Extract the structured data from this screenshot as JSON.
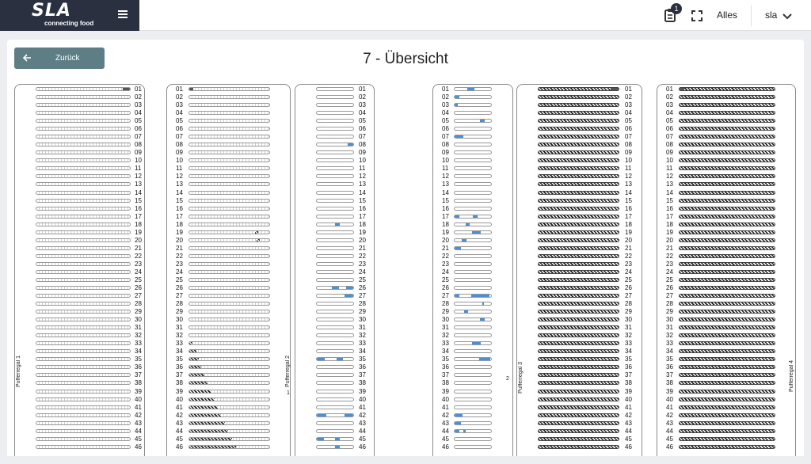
{
  "header": {
    "logo_main": "SLA",
    "logo_sub": "connecting food",
    "notification_count": "1",
    "filter_label": "Alles",
    "user_name": "sla"
  },
  "toolbar": {
    "back_label": "Zurück"
  },
  "page": {
    "title": "7 - Übersicht"
  },
  "colors": {
    "brand_dark": "#2b3040",
    "button": "#5e7e86",
    "slot_fill": "#4a90d9"
  },
  "slot_count": 46,
  "racks": [
    {
      "id": "r1",
      "label": "Pufferregal 1",
      "side": "",
      "default_style": "hatch",
      "special": {
        "1": {
          "fills": [
            {
              "s": 0.92,
              "e": 1,
              "c": "grey"
            }
          ]
        }
      }
    },
    {
      "id": "r2",
      "label": "",
      "side": "",
      "default_style": "hatch",
      "special": {
        "1": {
          "fills": [
            {
              "s": 0,
              "e": 0.05,
              "c": "grey"
            }
          ]
        },
        "19": {
          "fills": [
            {
              "s": 0.82,
              "e": 0.86,
              "c": "dark"
            }
          ]
        },
        "20": {
          "fills": [
            {
              "s": 0.84,
              "e": 0.88,
              "c": "dark"
            }
          ]
        },
        "33": {
          "fills": [
            {
              "s": 0,
              "e": 0.04,
              "c": "dark"
            }
          ]
        },
        "34": {
          "fills": [
            {
              "s": 0,
              "e": 0.09,
              "c": "dark"
            }
          ]
        },
        "35": {
          "fills": [
            {
              "s": 0,
              "e": 0.12,
              "c": "dark"
            }
          ]
        },
        "36": {
          "fills": [
            {
              "s": 0,
              "e": 0.15,
              "c": "dark"
            }
          ]
        },
        "37": {
          "fills": [
            {
              "s": 0,
              "e": 0.19,
              "c": "dark"
            }
          ]
        },
        "38": {
          "fills": [
            {
              "s": 0,
              "e": 0.23,
              "c": "dark"
            }
          ]
        },
        "39": {
          "fills": [
            {
              "s": 0,
              "e": 0.27,
              "c": "dark"
            }
          ]
        },
        "40": {
          "fills": [
            {
              "s": 0,
              "e": 0.32,
              "c": "dark"
            }
          ]
        },
        "41": {
          "fills": [
            {
              "s": 0,
              "e": 0.36,
              "c": "dark"
            }
          ]
        },
        "42": {
          "fills": [
            {
              "s": 0,
              "e": 0.4,
              "c": "dark"
            }
          ]
        },
        "43": {
          "fills": [
            {
              "s": 0,
              "e": 0.45,
              "c": "dark"
            }
          ]
        },
        "44": {
          "fills": [
            {
              "s": 0,
              "e": 0.49,
              "c": "dark"
            }
          ]
        },
        "45": {
          "fills": [
            {
              "s": 0,
              "e": 0.53,
              "c": "dark"
            }
          ]
        },
        "46": {
          "fills": [
            {
              "s": 0,
              "e": 0.58,
              "c": "dark"
            }
          ]
        }
      }
    },
    {
      "id": "r3",
      "label": "Pufferregal 2",
      "side": "1",
      "default_style": "plain",
      "special": {
        "8": {
          "fills": [
            {
              "s": 0.85,
              "e": 1,
              "c": "blue"
            }
          ]
        },
        "18": {
          "fills": [
            {
              "s": 0.5,
              "e": 0.64,
              "c": "blue"
            }
          ]
        },
        "26": {
          "fills": [
            {
              "s": 0.42,
              "e": 0.6,
              "c": "blue"
            },
            {
              "s": 0.8,
              "e": 1,
              "c": "blue"
            }
          ]
        },
        "27": {
          "fills": [
            {
              "s": 0.75,
              "e": 1,
              "c": "blue"
            }
          ]
        },
        "35": {
          "fills": [
            {
              "s": 0,
              "e": 0.22,
              "c": "blue"
            },
            {
              "s": 0.55,
              "e": 0.72,
              "c": "blue"
            }
          ]
        },
        "42": {
          "fills": [
            {
              "s": 0,
              "e": 0.25,
              "c": "blue"
            },
            {
              "s": 0.75,
              "e": 1,
              "c": "blue"
            }
          ]
        },
        "45": {
          "fills": [
            {
              "s": 0,
              "e": 0.2,
              "c": "blue"
            },
            {
              "s": 0.5,
              "e": 0.62,
              "c": "blue"
            }
          ]
        },
        "46": {
          "fills": [
            {
              "s": 0.5,
              "e": 0.62,
              "c": "blue"
            }
          ]
        }
      }
    },
    {
      "id": "r4",
      "label": "",
      "side": "",
      "default_style": "plain",
      "special": {
        "1": {
          "fills": [
            {
              "s": 0.35,
              "e": 0.55,
              "c": "blue"
            }
          ]
        },
        "2": {
          "fills": [
            {
              "s": 0,
              "e": 0.12,
              "c": "blue"
            }
          ]
        },
        "3": {
          "fills": [
            {
              "s": 0,
              "e": 0.08,
              "c": "blue"
            }
          ]
        },
        "5": {
          "fills": [
            {
              "s": 0.7,
              "e": 0.82,
              "c": "blue"
            }
          ]
        },
        "7": {
          "fills": [
            {
              "s": 0,
              "e": 0.24,
              "c": "blue"
            }
          ]
        },
        "17": {
          "fills": [
            {
              "s": 0,
              "e": 0.12,
              "c": "blue"
            },
            {
              "s": 0.5,
              "e": 0.62,
              "c": "blue"
            }
          ]
        },
        "18": {
          "fills": [
            {
              "s": 0.3,
              "e": 0.42,
              "c": "blue"
            }
          ]
        },
        "19": {
          "fills": [
            {
              "s": 0.48,
              "e": 0.72,
              "c": "blue"
            }
          ]
        },
        "20": {
          "fills": [
            {
              "s": 0.2,
              "e": 0.32,
              "c": "blue"
            }
          ]
        },
        "21": {
          "fills": [
            {
              "s": 0,
              "e": 0.18,
              "c": "blue"
            }
          ]
        },
        "27": {
          "fills": [
            {
              "s": 0,
              "e": 0.12,
              "c": "blue"
            },
            {
              "s": 0.45,
              "e": 0.95,
              "c": "blue"
            }
          ]
        },
        "28": {
          "fills": [
            {
              "s": 0.75,
              "e": 0.8,
              "c": "blue"
            }
          ]
        },
        "29": {
          "fills": [
            {
              "s": 0.26,
              "e": 0.36,
              "c": "blue"
            }
          ]
        },
        "30": {
          "fills": [
            {
              "s": 0.7,
              "e": 0.82,
              "c": "blue"
            }
          ]
        },
        "33": {
          "fills": [
            {
              "s": 0.48,
              "e": 0.72,
              "c": "blue"
            }
          ]
        },
        "35": {
          "fills": [
            {
              "s": 0.68,
              "e": 0.98,
              "c": "blue"
            }
          ]
        },
        "42": {
          "fills": [
            {
              "s": 0,
              "e": 0.22,
              "c": "blue"
            }
          ]
        },
        "43": {
          "fills": [
            {
              "s": 0,
              "e": 0.18,
              "c": "blue"
            }
          ]
        },
        "44": {
          "fills": [
            {
              "s": 0,
              "e": 0.12,
              "c": "blue"
            },
            {
              "s": 0.24,
              "e": 0.3,
              "c": "blue"
            }
          ]
        }
      }
    },
    {
      "id": "r5",
      "label": "Pufferregal 3",
      "side": "2",
      "default_style": "dense",
      "special": {
        "1": {
          "fills": [
            {
              "s": 0.9,
              "e": 1,
              "c": "grey"
            }
          ]
        }
      }
    },
    {
      "id": "r6",
      "label": "Pufferregal 4",
      "side": "",
      "default_style": "dense",
      "special": {
        "1": {
          "fills": [
            {
              "s": 0,
              "e": 0.05,
              "c": "grey"
            }
          ]
        }
      }
    }
  ]
}
